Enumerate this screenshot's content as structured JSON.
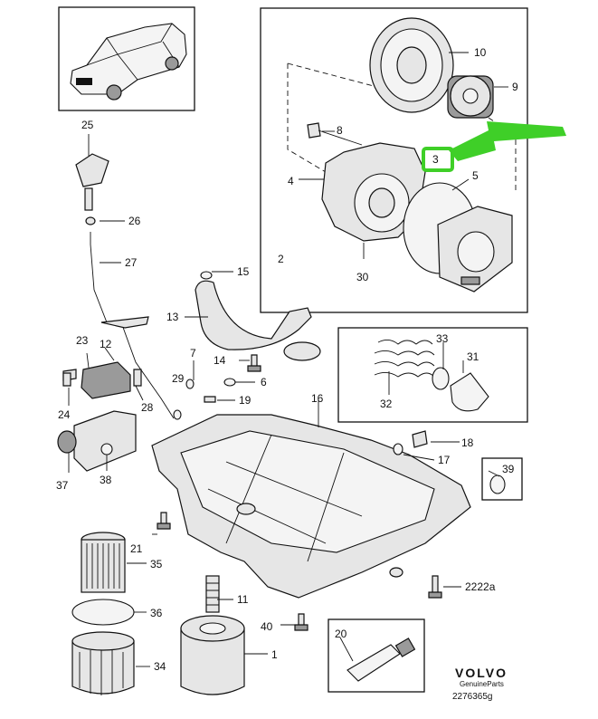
{
  "labels": {
    "l1": "1",
    "l2": "2",
    "l3": "3",
    "l4": "4",
    "l5": "5",
    "l6": "6",
    "l7": "7",
    "l8": "8",
    "l9": "9",
    "l10": "10",
    "l11": "11",
    "l12": "12",
    "l13": "13",
    "l14": "14",
    "l15": "15",
    "l16": "16",
    "l17": "17",
    "l18": "18",
    "l19": "19",
    "l20": "20",
    "l21": "21",
    "l22": "2222a",
    "l23": "23",
    "l24": "24",
    "l25": "25",
    "l26": "26",
    "l27": "27",
    "l28": "28",
    "l29": "29",
    "l30": "30",
    "l31": "31",
    "l32": "32",
    "l33": "33",
    "l34": "34",
    "l35": "35",
    "l36": "36",
    "l37": "37",
    "l38": "38",
    "l39": "39",
    "l40": "40"
  },
  "logo": {
    "brand": "VOLVO",
    "subtitle": "GenuineParts",
    "ref": "2276365g"
  },
  "colors": {
    "highlight": "#3fcf28",
    "ink": "#111111"
  },
  "icons": {
    "car": "volvo-sedan-thumbnail",
    "arrow": "green-pointer-arrow"
  }
}
